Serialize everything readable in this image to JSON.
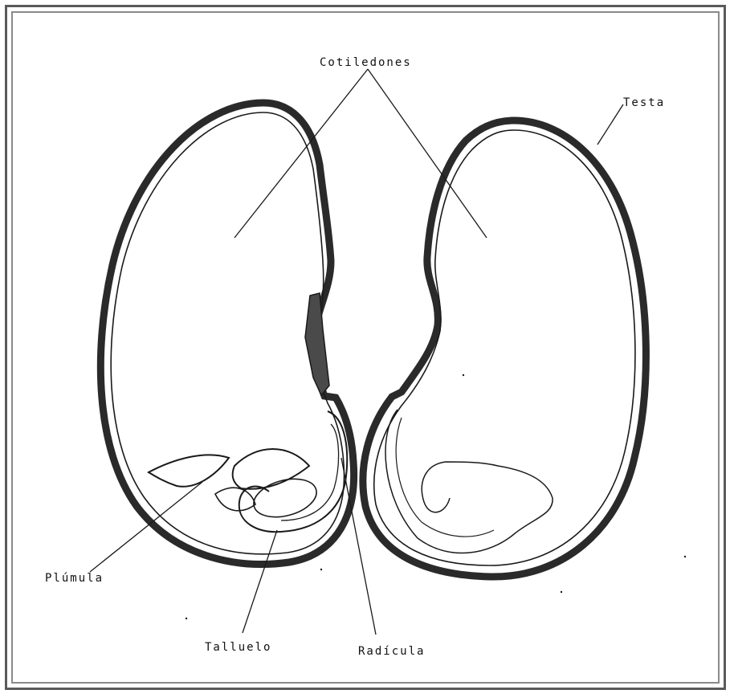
{
  "labels": {
    "cotiledones": "Cotiledones",
    "testa": "Testa",
    "plumula": "Plúmula",
    "talluelo": "Talluelo",
    "radicula": "Radícula"
  },
  "colors": {
    "line": "#1a1a1a",
    "testa_fill": "#3a3a3a",
    "frame": "#5a5a5a"
  }
}
